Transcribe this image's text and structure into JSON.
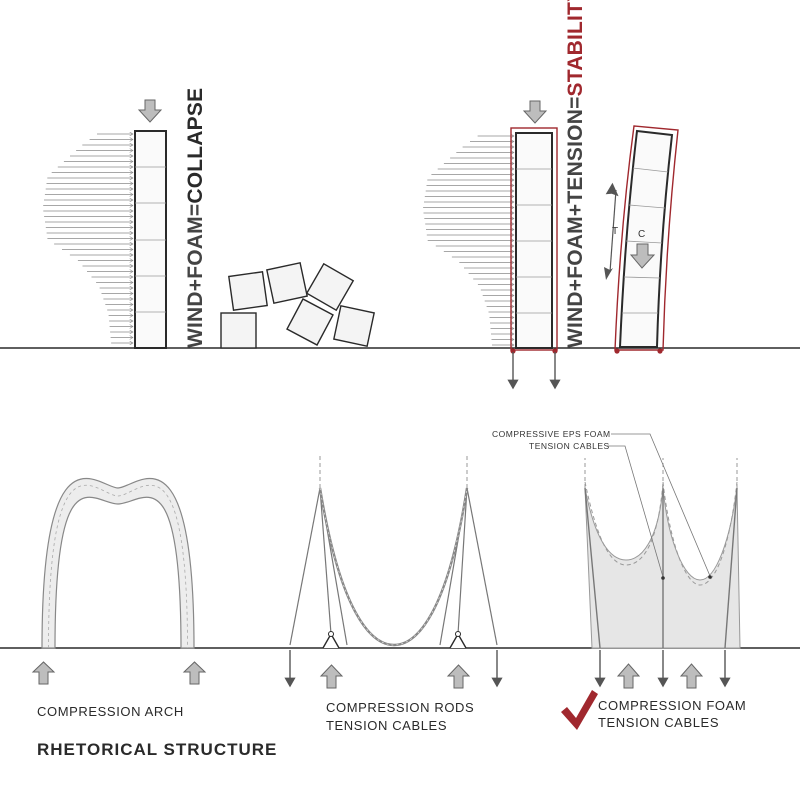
{
  "top": {
    "left_equation_prefix": "WIND+FOAM=",
    "left_equation_result": "COLLAPSE",
    "right_equation_prefix": "WIND+FOAM+TENSION=",
    "right_equation_result": "STABILITY",
    "tension_marker": "T",
    "compression_marker": "C"
  },
  "bottom": {
    "callout_foam": "COMPRESSIVE EPS FOAM",
    "callout_cables": "TENSION CABLES",
    "captions": {
      "arch": "COMPRESSION ARCH",
      "rods_line1": "COMPRESSION RODS",
      "rods_line2": "TENSION CABLES",
      "foam_line1": "COMPRESSION FOAM",
      "foam_line2": "TENSION CABLES"
    }
  },
  "title": "RHETORICAL STRUCTURE",
  "colors": {
    "ink": "#2a2a2a",
    "accent": "#a0282e",
    "arrow_fill": "#bdbdbd",
    "panel_fill": "#e6e6e6"
  }
}
